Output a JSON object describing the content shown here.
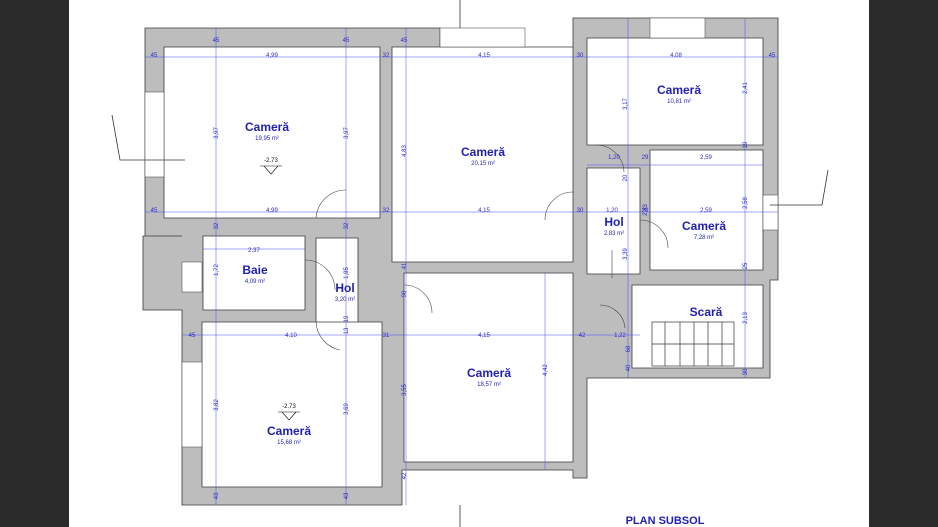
{
  "title": "PLAN SUBSOL",
  "rooms": [
    {
      "id": "camera-nw",
      "name": "Cameră",
      "area": "19,95 m²"
    },
    {
      "id": "camera-nc",
      "name": "Cameră",
      "area": "20,15 m²"
    },
    {
      "id": "camera-ne",
      "name": "Cameră",
      "area": "10,81 m²"
    },
    {
      "id": "hol-e",
      "name": "Hol",
      "area": "2,83 m²"
    },
    {
      "id": "camera-e",
      "name": "Cameră",
      "area": "7,28 m²"
    },
    {
      "id": "baie",
      "name": "Baie",
      "area": "4,09 m²"
    },
    {
      "id": "hol-w",
      "name": "Hol",
      "area": "3,20 m²"
    },
    {
      "id": "scara",
      "name": "Scară",
      "area": ""
    },
    {
      "id": "camera-c",
      "name": "Cameră",
      "area": "18,57 m²"
    },
    {
      "id": "camera-sw",
      "name": "Cameră",
      "area": "15,68 m²"
    }
  ],
  "levels": [
    "-2.73",
    "-2.73"
  ],
  "dims": [
    "45",
    "45",
    "45",
    "4,99",
    "32",
    "4,15",
    "30",
    "4,08",
    "45",
    "45",
    "3,97",
    "3,97",
    "4,83",
    "3,17",
    "2,41",
    "1,20",
    "29",
    "2,59",
    "19",
    "20",
    "2,83",
    "2,58",
    "45",
    "4,99",
    "32",
    "4,15",
    "30",
    "1,20",
    "20",
    "2,59",
    "32",
    "32",
    "2,37",
    "1,72",
    "1,85",
    "41",
    "3,39",
    "25",
    "90",
    "2,13",
    "45",
    "4,10",
    "13",
    "19",
    "31",
    "4,15",
    "42",
    "1,22",
    "68",
    "40",
    "30",
    "3,82",
    "3,69",
    "3,55",
    "4,42",
    "43",
    "43",
    "42"
  ]
}
